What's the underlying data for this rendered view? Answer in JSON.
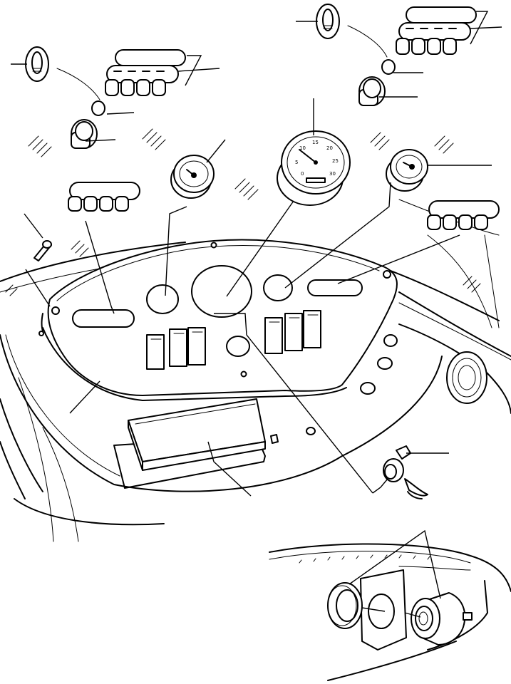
{
  "diagram": {
    "gauge_scale": [
      "0",
      "5",
      "10",
      "15",
      "20",
      "25",
      "30"
    ]
  }
}
